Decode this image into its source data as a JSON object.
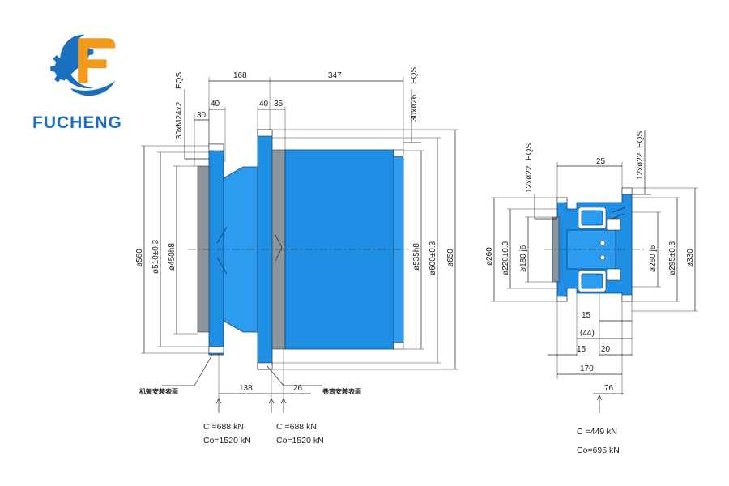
{
  "brand": {
    "name": "FUCHENG",
    "logo_letter": "F",
    "colors": {
      "blue": "#1a6fc1",
      "orange": "#f39a1c"
    }
  },
  "left_view": {
    "dims": {
      "d168": "168",
      "d347": "347",
      "d40a": "40",
      "d30": "30",
      "d40b": "40",
      "d35": "35",
      "bolts_left": "30xM24x2",
      "eqs_left": "EQS",
      "bolts_right": "30xø26",
      "eqs_right": "EQS",
      "phi560": "ø560",
      "phi510": "ø510±0.3",
      "phi450": "ø450h8",
      "phi535": "ø535h8",
      "phi600": "ø600±0.3",
      "phi650": "ø650",
      "d138": "138",
      "d26": "26"
    },
    "notes": {
      "frame_surface": "机架安装表面",
      "drum_surface": "卷筒安装表面"
    },
    "loads": [
      {
        "c": "C  =688 kN",
        "co": "Co=1520 kN"
      },
      {
        "c": "C  =688 kN",
        "co": "Co=1520 kN"
      }
    ]
  },
  "right_view": {
    "dims": {
      "bolts_a": "12xø22",
      "eqs_a": "EQS",
      "bolts_b": "12xø22",
      "eqs_b": "EQS",
      "d25": "25",
      "phi260l": "ø260",
      "phi220": "ø220±0.3",
      "phi180": "ø180  j6",
      "phi260r": "ø260  j6",
      "phi295": "ø295±0.3",
      "phi330": "ø330",
      "d15a": "15",
      "d44": "(44)",
      "d15b": "15",
      "d20": "20",
      "d170": "170",
      "d76": "76"
    },
    "load": {
      "c": "C =449 kN",
      "co": "Co=695 kN"
    }
  }
}
